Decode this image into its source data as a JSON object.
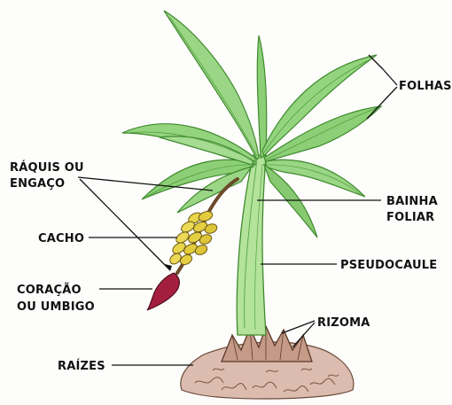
{
  "labels": {
    "folhas": "FOLHAS",
    "raquis_line1": "RÁQUIS OU",
    "raquis_line2": "ENGAÇO",
    "bainha_line1": "BAINHA",
    "bainha_line2": "FOLIAR",
    "cacho": "CACHO",
    "pseudocaule": "PSEUDOCAULE",
    "coracao_line1": "CORAÇÃO",
    "coracao_line2": "OU UMBIGO",
    "rizoma": "RIZOMA",
    "raizes": "RAÍZES"
  },
  "colors": {
    "leaf": "#8fd37a",
    "leaf_dark": "#3f8a2e",
    "stem": "#a9df8e",
    "banana": "#e6d24a",
    "heart": "#a01e3c",
    "rhizome": "#c9a08a",
    "soil": "#d9b8a8",
    "stalk": "#6b4a2a"
  }
}
